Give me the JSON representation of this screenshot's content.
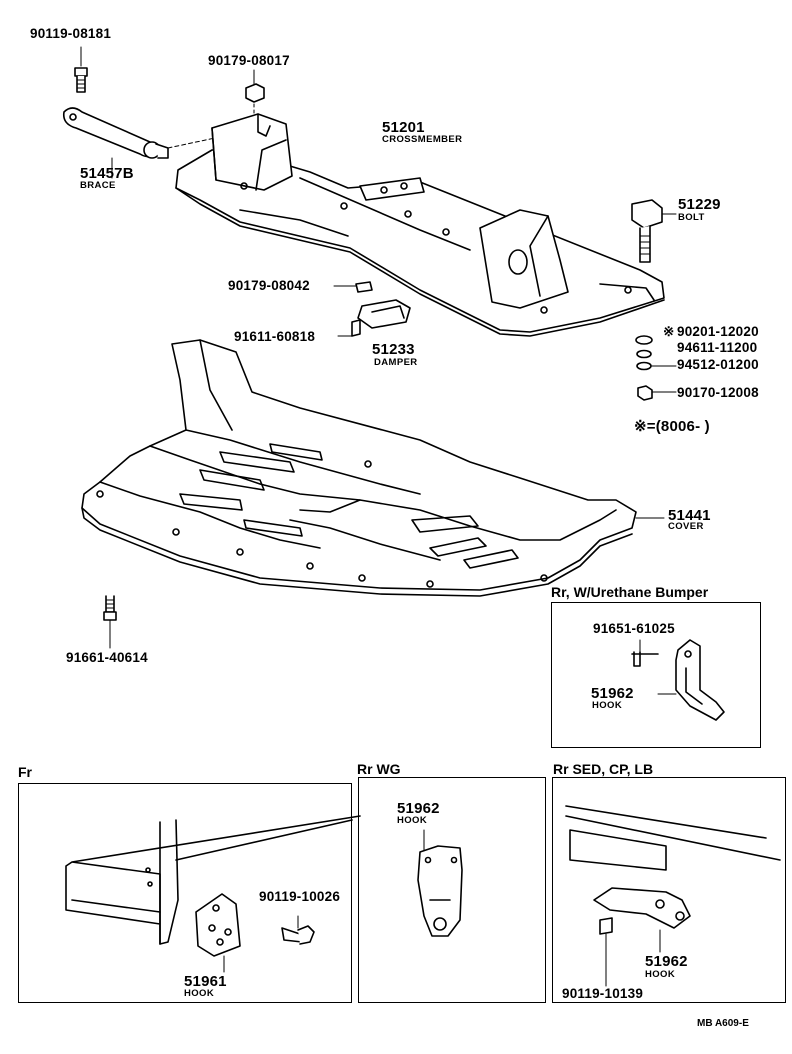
{
  "main": {
    "parts": [
      {
        "number": "90119-08181"
      },
      {
        "number": "90179-08017"
      },
      {
        "number": "51201",
        "name": "CROSSMEMBER"
      },
      {
        "number": "51457B",
        "name": "BRACE"
      },
      {
        "number": "51229",
        "name": "BOLT"
      },
      {
        "number": "90179-08042"
      },
      {
        "number": "91611-60818"
      },
      {
        "number": "51233",
        "name": "DAMPER"
      },
      {
        "number": "90201-12020",
        "marker": "※"
      },
      {
        "number": "94611-11200"
      },
      {
        "number": "94512-01200"
      },
      {
        "number": "90170-12008"
      },
      {
        "number": "51441",
        "name": "COVER"
      },
      {
        "number": "91661-40614"
      }
    ],
    "note": "※=(8006-      )"
  },
  "insets": {
    "urethane": {
      "title": "Rr, W/Urethane Bumper",
      "bolt": "91651-61025",
      "hook_number": "51962",
      "hook_name": "HOOK"
    },
    "fr": {
      "title": "Fr",
      "bolt": "90119-10026",
      "hook_number": "51961",
      "hook_name": "HOOK"
    },
    "rrwg": {
      "title": "Rr WG",
      "hook_number": "51962",
      "hook_name": "HOOK"
    },
    "rrsed": {
      "title": "Rr SED, CP, LB",
      "bolt": "90119-10139",
      "hook_number": "51962",
      "hook_name": "HOOK"
    }
  },
  "footer": {
    "code": "MB A609-E"
  },
  "style": {
    "line_color": "#000000",
    "background": "#ffffff"
  }
}
